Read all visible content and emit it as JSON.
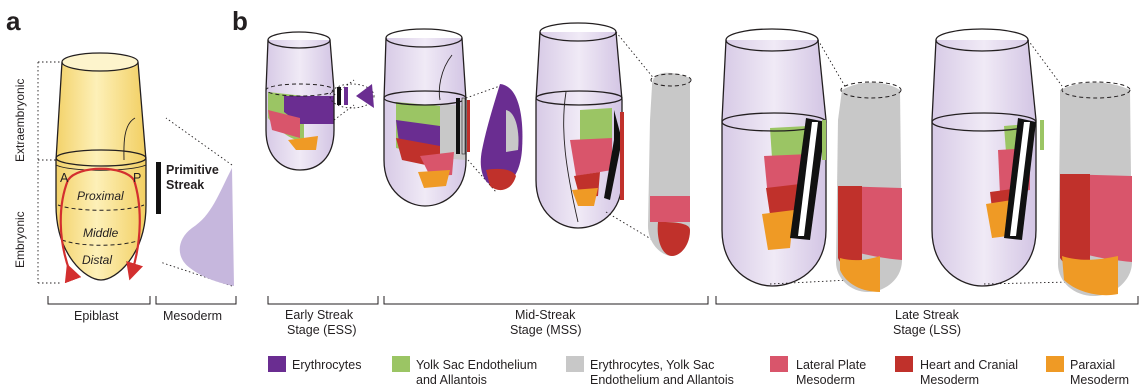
{
  "panel_a": {
    "letter": "a",
    "epiblast_label": "Epiblast",
    "mesoderm_label": "Mesoderm",
    "extraembryonic_label": "Extraembryonic",
    "embryonic_label": "Embryonic",
    "primitive_streak_label_1": "Primitive",
    "primitive_streak_label_2": "Streak",
    "anterior_label": "A",
    "posterior_label": "P",
    "proximal_label": "Proximal",
    "middle_label": "Middle",
    "distal_label": "Distal"
  },
  "panel_b": {
    "letter": "b",
    "stages": [
      {
        "line1": "Early Streak",
        "line2": "Stage (ESS)"
      },
      {
        "line1": "Mid-Streak",
        "line2": "Stage (MSS)"
      },
      {
        "line1": "Late Streak",
        "line2": "Stage (LSS)"
      }
    ]
  },
  "legend": [
    {
      "line1": "Erythrocytes",
      "line2": "",
      "color": "#6a2d91"
    },
    {
      "line1": "Yolk Sac Endothelium",
      "line2": "and Allantois",
      "color": "#9bc564"
    },
    {
      "line1": "Erythrocytes, Yolk Sac",
      "line2": "Endothelium and Allantois",
      "color": "#c8c8c8"
    },
    {
      "line1": "Lateral Plate",
      "line2": "Mesoderm",
      "color": "#d9556b"
    },
    {
      "line1": "Heart and Cranial",
      "line2": "Mesoderm",
      "color": "#c0312b"
    },
    {
      "line1": "Paraxial",
      "line2": "Mesoderm",
      "color": "#ef9a25"
    }
  ],
  "colors": {
    "epiblast_yellow": "#fbe7a3",
    "embryo_lavender": "#e6ddf0",
    "mesoderm_lavender": "#c4b5dc",
    "streak_arrow_red": "#d32f2f"
  }
}
